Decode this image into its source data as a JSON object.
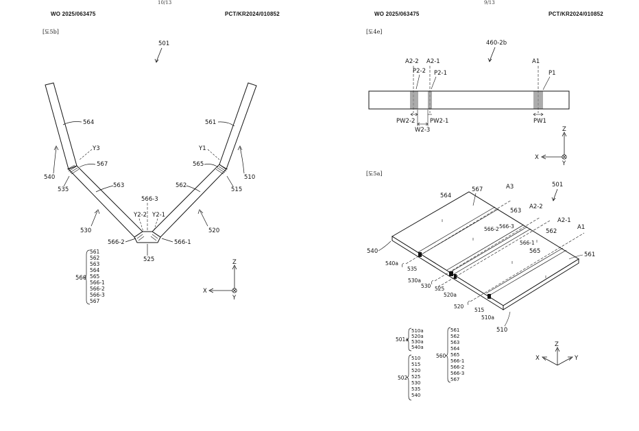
{
  "left_page": {
    "page_number": "10/13",
    "pub_number": "WO 2025/063475",
    "app_number": "PCT/KR2024/010852",
    "fig_tag": "[도5b]",
    "labels": {
      "ref501": "501",
      "l564": "564",
      "l561": "561",
      "lY3": "Y3",
      "lY1": "Y1",
      "l567": "567",
      "l565": "565",
      "l540": "540",
      "l510": "510",
      "l535": "535",
      "l515": "515",
      "l563": "563",
      "l562": "562",
      "l5663": "566-3",
      "lY22": "Y2-2",
      "lY21": "Y2-1",
      "l530": "530",
      "l520": "520",
      "l5662": "566-2",
      "l5661": "566-1",
      "l525": "525"
    },
    "group560": {
      "label": "560",
      "items": [
        "561",
        "562",
        "563",
        "564",
        "565",
        "566-1",
        "566-2",
        "566-3",
        "567"
      ]
    },
    "axes": {
      "z": "Z",
      "x": "X",
      "y": "Y"
    }
  },
  "right_page": {
    "page_number": "9/13",
    "pub_number": "WO 2025/063475",
    "app_number": "PCT/KR2024/010852",
    "fig4e": {
      "fig_tag": "[도4e]",
      "ref": "460-2b",
      "labels": {
        "A22": "A2-2",
        "A21": "A2-1",
        "A1": "A1",
        "P22": "P2-2",
        "P21": "P2-1",
        "P1": "P1",
        "PW22": "PW2-2",
        "PW21": "PW2-1",
        "PW1": "PW1",
        "W23": "W2-3"
      },
      "axes": {
        "z": "Z",
        "x": "X",
        "y": "Y"
      }
    },
    "fig5a": {
      "fig_tag": "[도5a]",
      "ref": "501",
      "labels": {
        "l564": "564",
        "l567": "567",
        "A3": "A3",
        "l563": "563",
        "A22": "A2-2",
        "A21": "A2-1",
        "A1": "A1",
        "l5662": "566-2",
        "l5663": "566-3",
        "l562": "562",
        "l5661": "566-1",
        "l565": "565",
        "l561": "561",
        "l540": "540",
        "l540a": "540a",
        "l535": "535",
        "l530a": "530a",
        "l530": "530",
        "l525": "525",
        "l520a": "520a",
        "l520": "520",
        "l515": "515",
        "l510a": "510a",
        "l510": "510"
      },
      "group501a": {
        "label": "501a",
        "items": [
          "510a",
          "520a",
          "530a",
          "540a"
        ]
      },
      "group502": {
        "label": "502",
        "items": [
          "510",
          "515",
          "520",
          "525",
          "530",
          "535",
          "540"
        ]
      },
      "group560": {
        "label": "560",
        "items": [
          "561",
          "562",
          "563",
          "564",
          "565",
          "566-1",
          "566-2",
          "566-3",
          "567"
        ]
      },
      "axes": {
        "z": "Z",
        "x": "X",
        "y": "Y"
      }
    }
  }
}
